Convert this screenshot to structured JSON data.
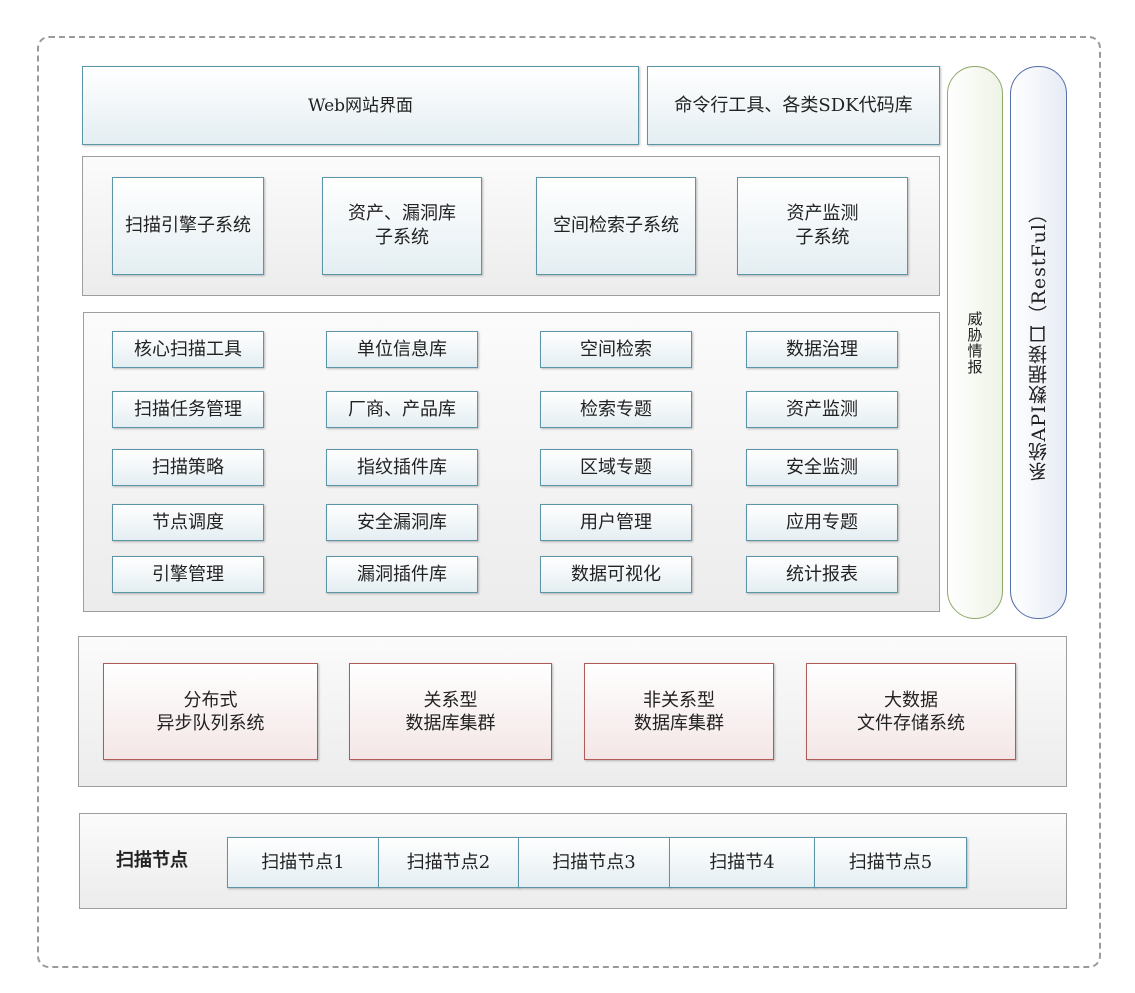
{
  "top": {
    "web": "Web网站界面",
    "cli": "命令行工具、各类SDK代码库"
  },
  "subsystems": [
    "扫描引擎子系统",
    "资产、漏洞库\n子系统",
    "空间检索子系统",
    "资产监测\n子系统"
  ],
  "modules": [
    [
      "核心扫描工具",
      "单位信息库",
      "空间检索",
      "数据治理"
    ],
    [
      "扫描任务管理",
      "厂商、产品库",
      "检索专题",
      "资产监测"
    ],
    [
      "扫描策略",
      "指纹插件库",
      "区域专题",
      "安全监测"
    ],
    [
      "节点调度",
      "安全漏洞库",
      "用户管理",
      "应用专题"
    ],
    [
      "引擎管理",
      "漏洞插件库",
      "数据可视化",
      "统计报表"
    ]
  ],
  "side": {
    "threat": "威胁情报",
    "api": "系统API数据接口（RestFul）"
  },
  "storage": [
    [
      "分布式",
      "异步队列系统"
    ],
    [
      "关系型",
      "数据库集群"
    ],
    [
      "非关系型",
      "数据库集群"
    ],
    [
      "大数据",
      "文件存储系统"
    ]
  ],
  "nodes": {
    "label": "扫描节点",
    "items": [
      "扫描节点1",
      "扫描节点2",
      "扫描节点3",
      "扫描节4",
      "扫描节点5"
    ]
  }
}
